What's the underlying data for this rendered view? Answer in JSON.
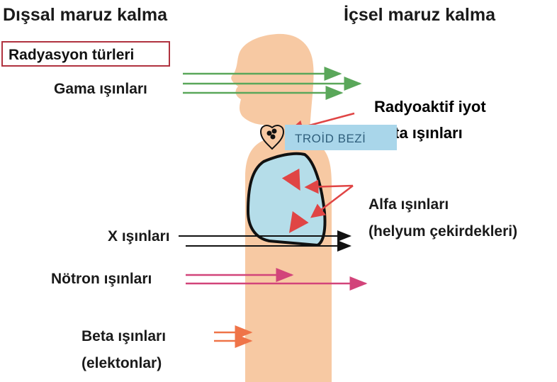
{
  "headings": {
    "external": "Dışsal maruz kalma",
    "internal": "İçsel maruz kalma"
  },
  "legend": {
    "title": "Radyasyon türleri"
  },
  "rays": {
    "gamma": "Gama ışınları",
    "x": "X ışınları",
    "neutron": "Nötron ışınları",
    "beta_line1": "Beta ışınları",
    "beta_line2": "(elektonlar)",
    "alpha_line1": "Alfa ışınları",
    "alpha_line2": "(helyum çekirdekleri)"
  },
  "internal_source": {
    "line1": "Radyoaktif iyot",
    "line2": "Beta ışınları"
  },
  "organ": {
    "thyroid_label": "TROİD BEZİ"
  },
  "colors": {
    "body_fill": "#f7c9a3",
    "lung_fill": "#b5dde9",
    "gamma_arrow": "#5aa75a",
    "x_arrow": "#111111",
    "neutron_arrow": "#d2447a",
    "beta_arrow": "#ef7448",
    "alpha_arrow": "#e04545",
    "legend_border": "#b0323f",
    "thyroid_tag": "#a9d6ea"
  }
}
